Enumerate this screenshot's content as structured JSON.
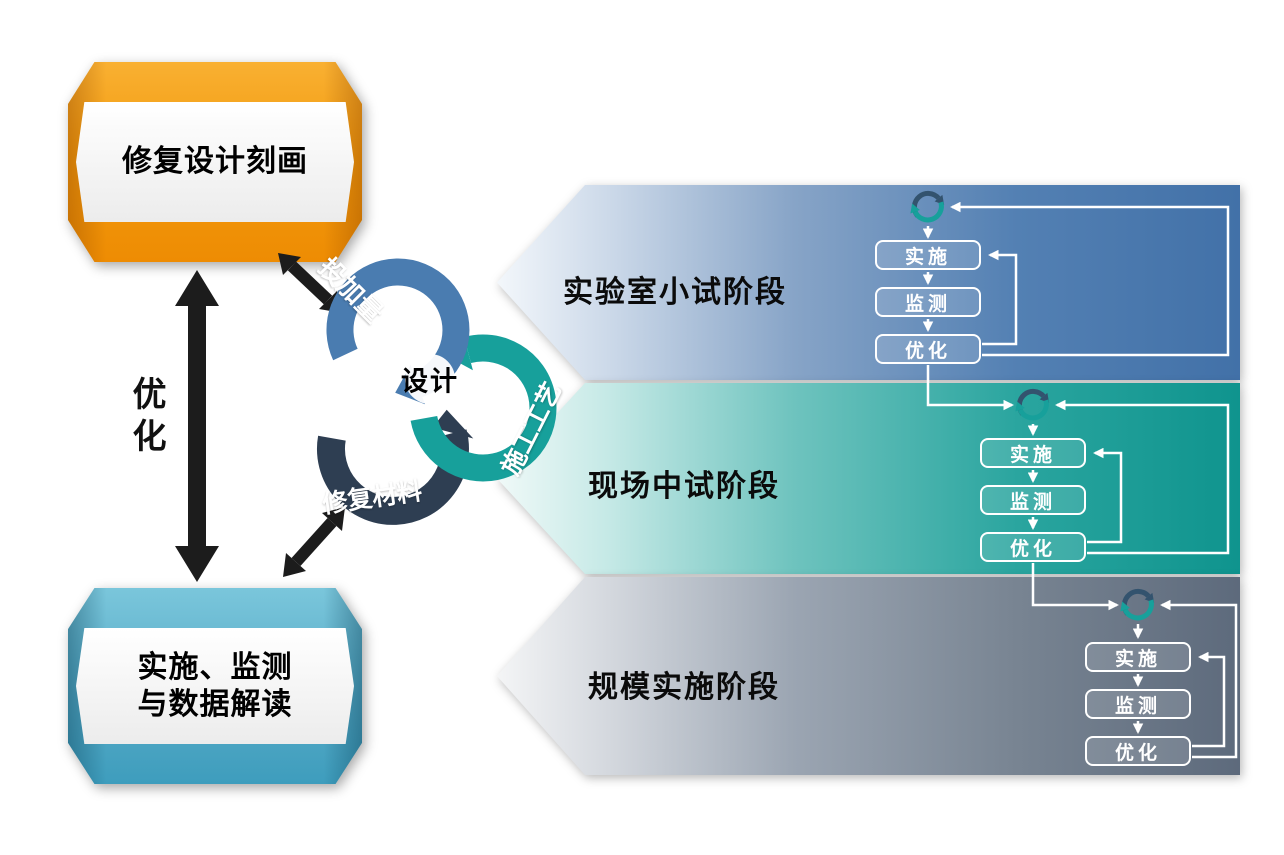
{
  "diagram": {
    "left": {
      "top_banner": "修复设计刻画",
      "bottom_banner_line1": "实施、监测",
      "bottom_banner_line2": "与数据解读",
      "optimize_arrow_label": "优化"
    },
    "cycle": {
      "center": "设计",
      "ring_dosage": "投加量",
      "ring_process": "施工工艺",
      "ring_material": "修复材料"
    },
    "stages": [
      {
        "label": "实验室小试阶段",
        "steps": [
          "实施",
          "监测",
          "优化"
        ]
      },
      {
        "label": "现场中试阶段",
        "steps": [
          "实施",
          "监测",
          "优化"
        ]
      },
      {
        "label": "规模实施阶段",
        "steps": [
          "实施",
          "监测",
          "优化"
        ]
      }
    ],
    "colors": {
      "orange_banner": "#f0940a",
      "teal_banner": "#4aa8c6",
      "stage_lab_blue": "#4a76ad",
      "stage_pilot_teal": "#12978f",
      "stage_scale_gray": "#5f6b7c",
      "ring_blue": "#4a7cb0",
      "ring_teal": "#17a09b",
      "ring_navy": "#2e3e52",
      "arrow_black": "#1c1c1c"
    }
  }
}
